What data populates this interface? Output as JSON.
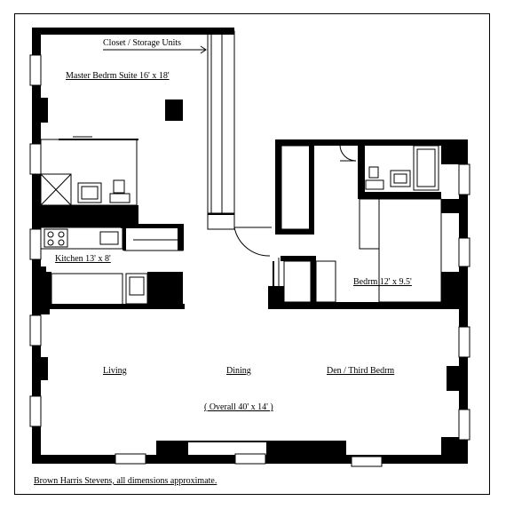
{
  "labels": {
    "closet": "Closet / Storage Units",
    "master": "Master Bedrm Suite 16' x 18'",
    "kitchen": "Kitchen 13' x 8'",
    "bedroom2": "Bedrm 12' x 9.5'",
    "living": "Living",
    "dining": "Dining",
    "den": "Den / Third Bedrm",
    "overall": "( Overall 40' x 14'  )",
    "credit": "Brown Harris Stevens, all dimensions approximate."
  }
}
